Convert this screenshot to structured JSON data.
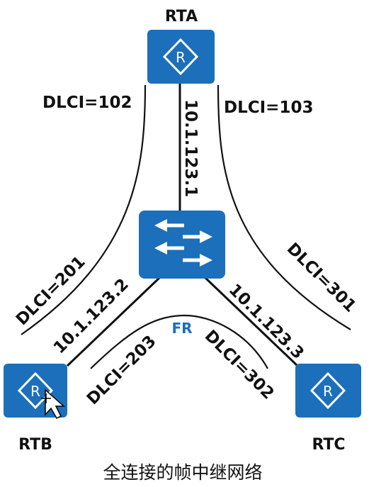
{
  "routers": {
    "rta": {
      "label": "RTA"
    },
    "rtb": {
      "label": "RTB"
    },
    "rtc": {
      "label": "RTC"
    }
  },
  "links": {
    "rta_ip": "10.1.123.1",
    "rtb_ip": "10.1.123.2",
    "rtc_ip": "10.1.123.3"
  },
  "virtual_circuits": {
    "rta_to_rtb": "DLCI=102",
    "rta_to_rtc": "DLCI=103",
    "rtb_to_rta": "DLCI=201",
    "rtb_to_rtc": "DLCI=203",
    "rtc_to_rta": "DLCI=301",
    "rtc_to_rtb": "DLCI=302"
  },
  "cloud_label": "FR",
  "caption": "全连接的帧中继网络",
  "colors": {
    "device_fill": "#1c6fba",
    "device_symbol": "#ffffff",
    "line": "#111111"
  },
  "icons": {
    "router": "router-icon",
    "switch": "frame-relay-switch-icon"
  }
}
